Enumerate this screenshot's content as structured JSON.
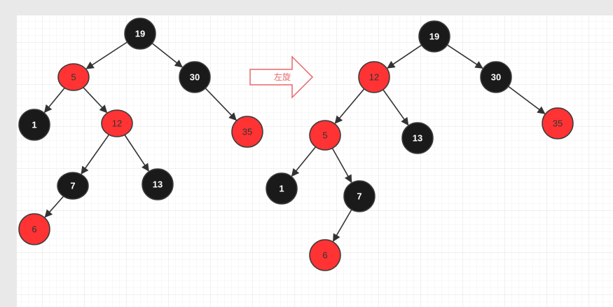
{
  "colors": {
    "red_fill": "#ff3333",
    "red_text": "#333333",
    "black_fill": "#1a1a1a",
    "black_text": "#ffffff",
    "node_stroke": "#3a3a3a",
    "edge": "#333333",
    "transform_arrow": "#e8676b",
    "canvas": "#ffffff",
    "grid": "#e8e8e8"
  },
  "transform": {
    "label": "左旋"
  },
  "trees": [
    {
      "id": "before",
      "nodes": [
        {
          "id": "19",
          "label": "19",
          "color": "black"
        },
        {
          "id": "5",
          "label": "5",
          "color": "red"
        },
        {
          "id": "30",
          "label": "30",
          "color": "black"
        },
        {
          "id": "1",
          "label": "1",
          "color": "black"
        },
        {
          "id": "12",
          "label": "12",
          "color": "red"
        },
        {
          "id": "35",
          "label": "35",
          "color": "red"
        },
        {
          "id": "7",
          "label": "7",
          "color": "black"
        },
        {
          "id": "13",
          "label": "13",
          "color": "black"
        },
        {
          "id": "6",
          "label": "6",
          "color": "red"
        }
      ],
      "edges": [
        {
          "from": "19",
          "to": "5"
        },
        {
          "from": "19",
          "to": "30"
        },
        {
          "from": "5",
          "to": "1"
        },
        {
          "from": "5",
          "to": "12"
        },
        {
          "from": "30",
          "to": "35"
        },
        {
          "from": "12",
          "to": "7"
        },
        {
          "from": "12",
          "to": "13"
        },
        {
          "from": "7",
          "to": "6"
        }
      ]
    },
    {
      "id": "after",
      "nodes": [
        {
          "id": "19",
          "label": "19",
          "color": "black"
        },
        {
          "id": "12",
          "label": "12",
          "color": "red"
        },
        {
          "id": "30",
          "label": "30",
          "color": "black"
        },
        {
          "id": "5",
          "label": "5",
          "color": "red"
        },
        {
          "id": "13",
          "label": "13",
          "color": "black"
        },
        {
          "id": "35",
          "label": "35",
          "color": "red"
        },
        {
          "id": "1",
          "label": "1",
          "color": "black"
        },
        {
          "id": "7",
          "label": "7",
          "color": "black"
        },
        {
          "id": "6",
          "label": "6",
          "color": "red"
        }
      ],
      "edges": [
        {
          "from": "19",
          "to": "12"
        },
        {
          "from": "19",
          "to": "30"
        },
        {
          "from": "12",
          "to": "5"
        },
        {
          "from": "12",
          "to": "13"
        },
        {
          "from": "30",
          "to": "35"
        },
        {
          "from": "5",
          "to": "1"
        },
        {
          "from": "5",
          "to": "7"
        },
        {
          "from": "7",
          "to": "6"
        }
      ]
    }
  ]
}
